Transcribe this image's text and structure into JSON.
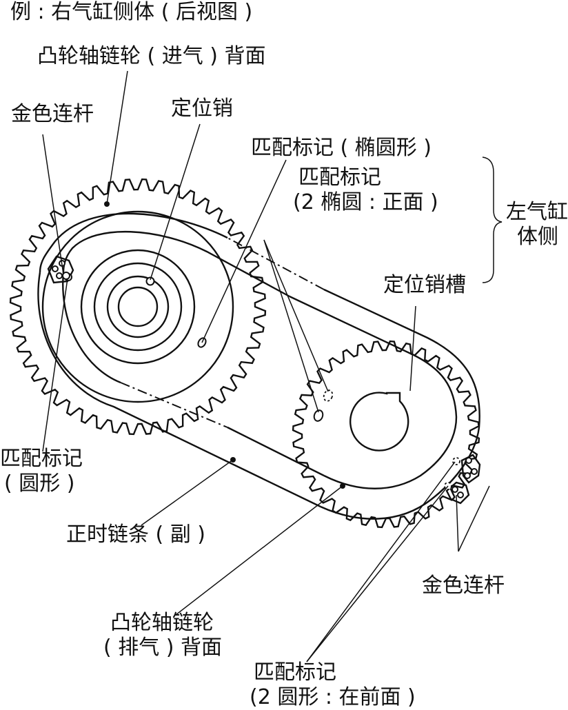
{
  "example_label": "例 : 右气缸侧体 ( 后视图 )",
  "labels": {
    "intake_sprocket_back": "凸轮轴链轮 ( 进气 ) 背面",
    "gold_link_top": "金色连杆",
    "dowel_pin": "定位销",
    "match_mark_ellipse": "匹配标记 ( 椭圆形 )",
    "match_mark_2_ellipse_line1": "匹配标记",
    "match_mark_2_ellipse_line2": "(2 椭圆 : 正面 )",
    "left_bank_side_line1": "左气缸",
    "left_bank_side_line2": "体侧",
    "dowel_pin_slot": "定位销槽",
    "match_mark_circle_line1": "匹配标记",
    "match_mark_circle_line2": "( 圆形 )",
    "timing_chain_sub": "正时链条 ( 副 )",
    "gold_link_bottom": "金色连杆",
    "exhaust_sprocket_back_line1": "凸轮轴链轮",
    "exhaust_sprocket_back_line2": "( 排气 ) 背面",
    "match_mark_2_circle_line1": "匹配标记",
    "match_mark_2_circle_line2": "(2 圆形 : 在前面 )"
  },
  "icons": {
    "intake_sprocket": "gear-icon",
    "exhaust_sprocket": "gear-icon",
    "chain": "chain-loop",
    "gold_link": "chain-link-plate"
  }
}
